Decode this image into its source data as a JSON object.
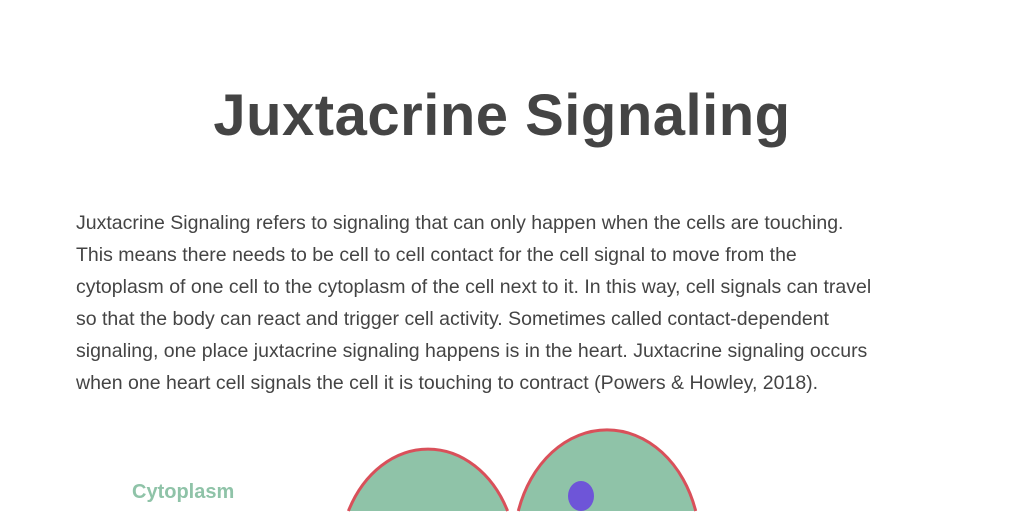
{
  "title": "Juxtacrine Signaling",
  "paragraph_lines": [
    "Juxtacrine Signaling refers to signaling that can only happen when the cells are touching.",
    "This means there needs to be cell to cell contact for the cell signal to move from the",
    "cytoplasm of one cell to the cytoplasm of the cell next to it.  In this way, cell signals can travel",
    "so that the body can react and trigger cell activity.  Sometimes called contact-dependent",
    "signaling, one place juxtacrine signaling happens is in the heart.  Juxtacrine signaling occurs",
    "when one heart cell signals the cell it is touching to contract (Powers & Howley, 2018)."
  ],
  "diagram": {
    "label_cytoplasm": "Cytoplasm",
    "colors": {
      "cell_fill": "#8fc3a8",
      "membrane": "#d9505a",
      "nucleus": "#6e55d8",
      "label": "#8fc3a8"
    }
  }
}
